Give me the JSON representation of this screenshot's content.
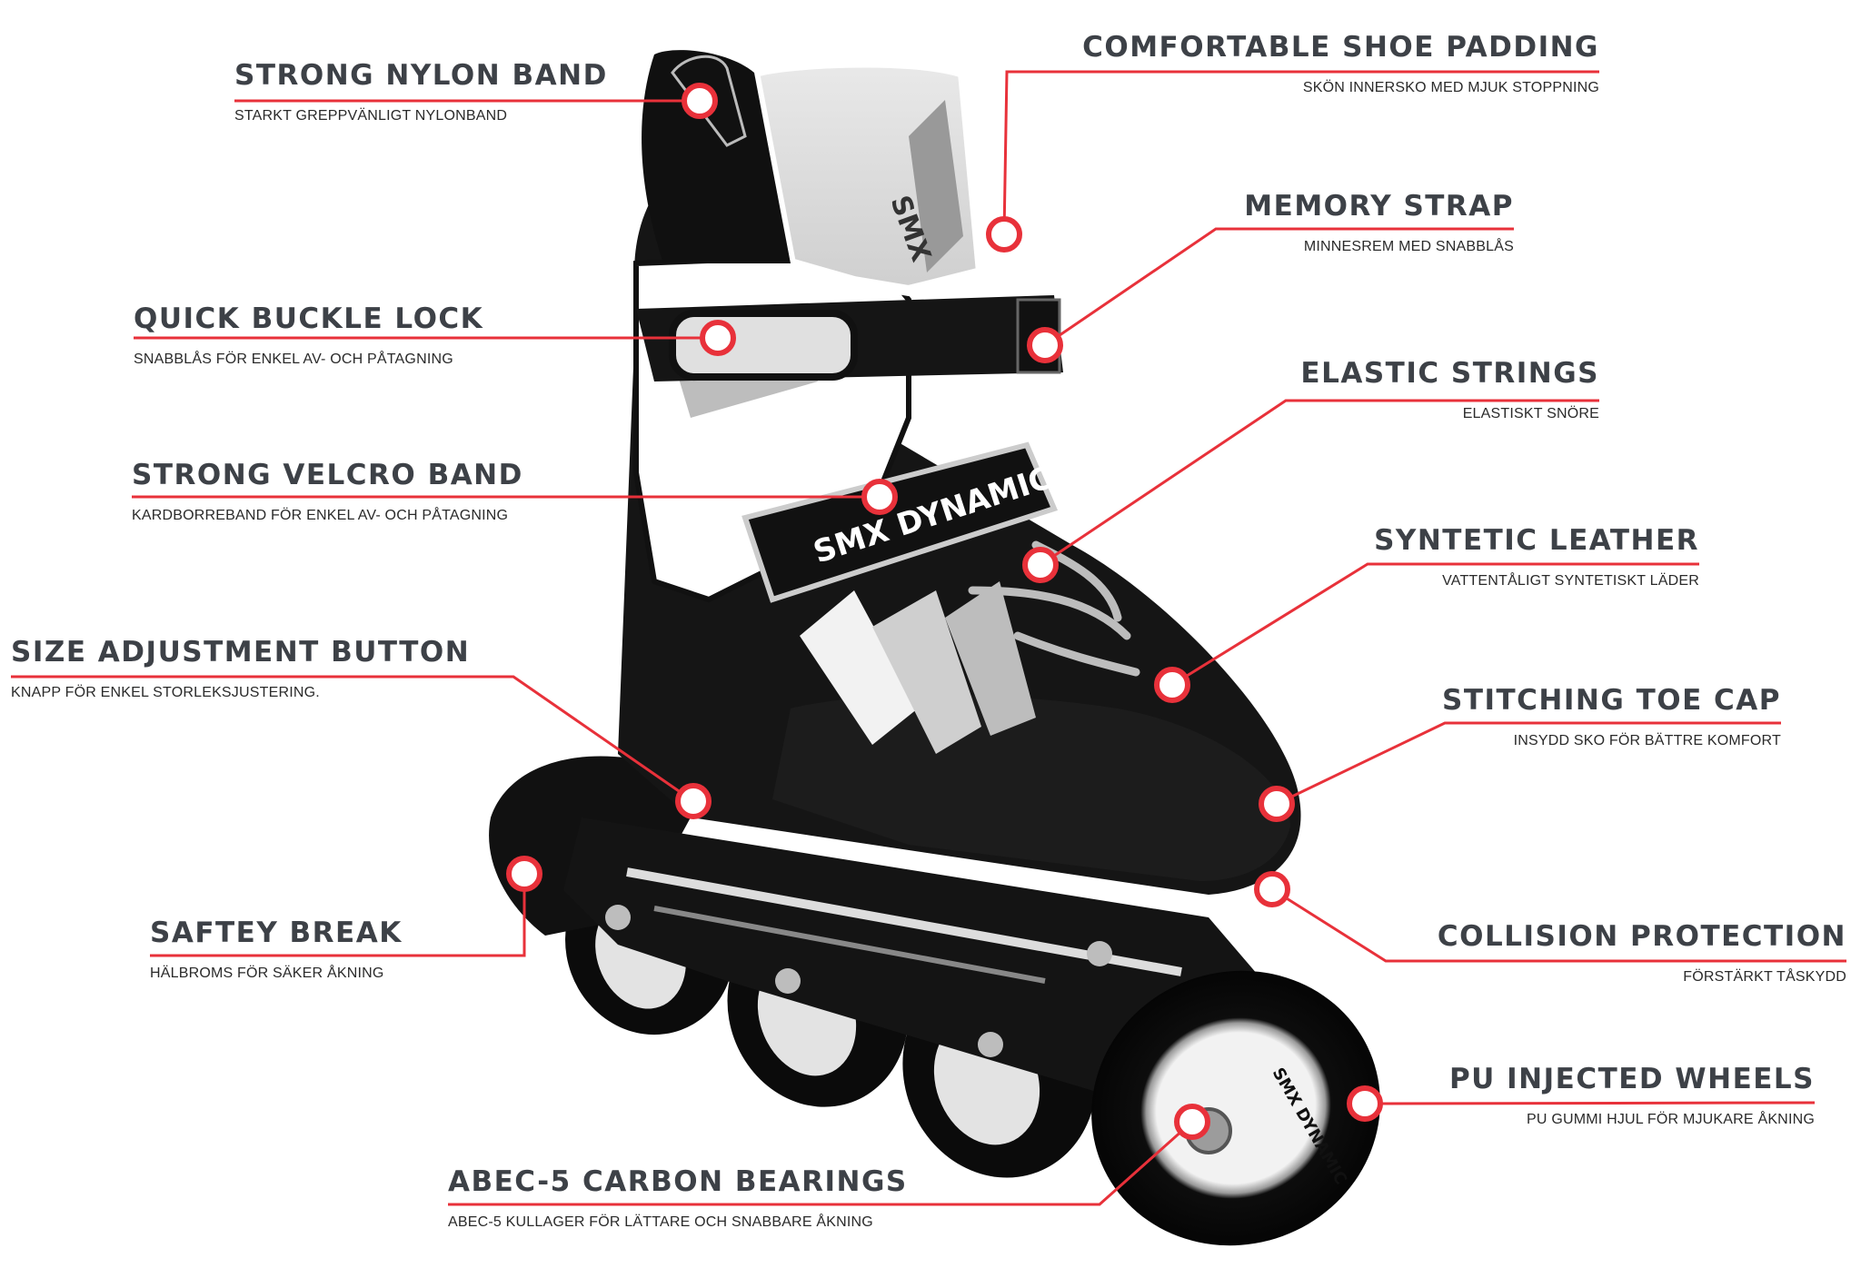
{
  "product": {
    "brand_mark": "SMX",
    "strap_text": "SMX DYNAMIC",
    "wheel_text": "SMX DYNAMIC"
  },
  "callouts": [
    {
      "id": "strong-nylon-band",
      "title": "STRONG NYLON BAND",
      "subtitle": "STARKT GREPPVÄNLIGT NYLONBAND"
    },
    {
      "id": "comfortable-shoe-padding",
      "title": "COMFORTABLE SHOE PADDING",
      "subtitle": "SKÖN INNERSKO MED MJUK STOPPNING"
    },
    {
      "id": "memory-strap",
      "title": "MEMORY STRAP",
      "subtitle": "MINNESREM MED SNABBLÅS"
    },
    {
      "id": "quick-buckle-lock",
      "title": "QUICK BUCKLE LOCK",
      "subtitle": "SNABBLÅS FÖR ENKEL AV- OCH PÅTAGNING"
    },
    {
      "id": "elastic-strings",
      "title": "ELASTIC STRINGS",
      "subtitle": "ELASTISKT SNÖRE"
    },
    {
      "id": "strong-velcro-band",
      "title": "STRONG VELCRO BAND",
      "subtitle": "KARDBORREBAND FÖR ENKEL AV- OCH PÅTAGNING"
    },
    {
      "id": "syntetic-leather",
      "title": "SYNTETIC LEATHER",
      "subtitle": "VATTENTÅLIGT SYNTETISKT LÄDER"
    },
    {
      "id": "size-adjustment-button",
      "title": "SIZE ADJUSTMENT BUTTON",
      "subtitle": "KNAPP FÖR ENKEL STORLEKSJUSTERING."
    },
    {
      "id": "stitching-toe-cap",
      "title": "STITCHING TOE CAP",
      "subtitle": "INSYDD SKO FÖR BÄTTRE KOMFORT"
    },
    {
      "id": "saftey-break",
      "title": "SAFTEY BREAK",
      "subtitle": "HÄLBROMS FÖR SÄKER ÅKNING"
    },
    {
      "id": "collision-protection",
      "title": "COLLISION PROTECTION",
      "subtitle": "FÖRSTÄRKT TÅSKYDD"
    },
    {
      "id": "pu-injected-wheels",
      "title": "PU INJECTED WHEELS",
      "subtitle": "PU GUMMI HJUL FÖR MJUKARE ÅKNING"
    },
    {
      "id": "abec-5-carbon-bearings",
      "title": "ABEC-5 CARBON BEARINGS",
      "subtitle": "ABEC-5 KULLAGER FÖR LÄTTARE OCH SNABBARE ÅKNING"
    }
  ],
  "colors": {
    "line": "#e8313a",
    "boot": "#151515",
    "accent_grey": "#b9b9b9"
  }
}
